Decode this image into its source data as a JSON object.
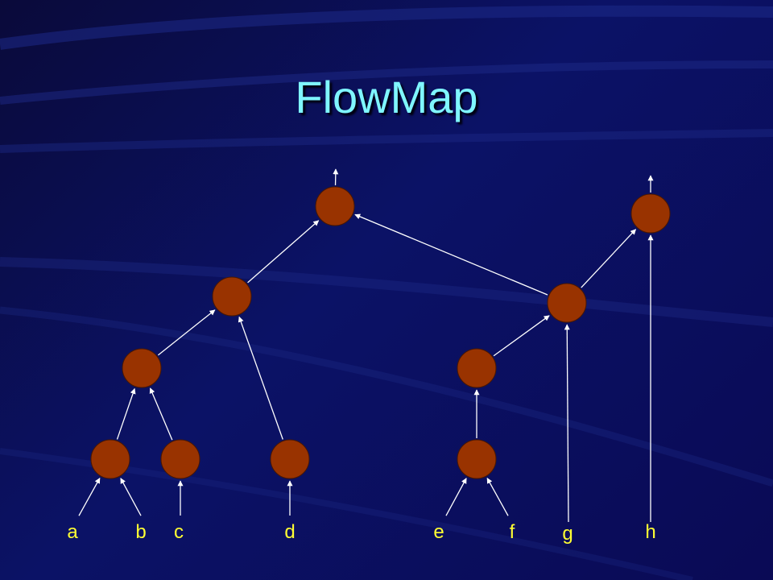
{
  "slide": {
    "title": "FlowMap"
  },
  "diagram": {
    "colors": {
      "node_fill": "#993300",
      "edge": "#ffffff",
      "label": "#ffff33",
      "title": "#7ff6ff"
    },
    "leaves": [
      {
        "id": "a",
        "label": "a"
      },
      {
        "id": "b",
        "label": "b"
      },
      {
        "id": "c",
        "label": "c"
      },
      {
        "id": "d",
        "label": "d"
      },
      {
        "id": "e",
        "label": "e"
      },
      {
        "id": "f",
        "label": "f"
      },
      {
        "id": "g",
        "label": "g"
      },
      {
        "id": "h",
        "label": "h"
      }
    ],
    "nodes": [
      {
        "id": "root-left"
      },
      {
        "id": "root-right"
      },
      {
        "id": "mid-left"
      },
      {
        "id": "mid-right"
      },
      {
        "id": "inner-left"
      },
      {
        "id": "inner-right"
      },
      {
        "id": "base-ab"
      },
      {
        "id": "base-c"
      },
      {
        "id": "base-d"
      },
      {
        "id": "base-ef"
      }
    ],
    "edges": [
      {
        "from": "a",
        "to": "base-ab"
      },
      {
        "from": "b",
        "to": "base-ab"
      },
      {
        "from": "c",
        "to": "base-c"
      },
      {
        "from": "d",
        "to": "base-d"
      },
      {
        "from": "e",
        "to": "base-ef"
      },
      {
        "from": "f",
        "to": "base-ef"
      },
      {
        "from": "g",
        "to": "mid-right"
      },
      {
        "from": "h",
        "to": "root-right"
      },
      {
        "from": "base-ab",
        "to": "inner-left"
      },
      {
        "from": "base-c",
        "to": "inner-left"
      },
      {
        "from": "inner-left",
        "to": "mid-left"
      },
      {
        "from": "base-d",
        "to": "mid-left"
      },
      {
        "from": "mid-left",
        "to": "root-left"
      },
      {
        "from": "base-ef",
        "to": "inner-right"
      },
      {
        "from": "inner-right",
        "to": "mid-right"
      },
      {
        "from": "mid-right",
        "to": "root-left"
      },
      {
        "from": "mid-right",
        "to": "root-right"
      },
      {
        "from": "root-left",
        "to": "out-left"
      },
      {
        "from": "root-right",
        "to": "out-right"
      }
    ]
  }
}
